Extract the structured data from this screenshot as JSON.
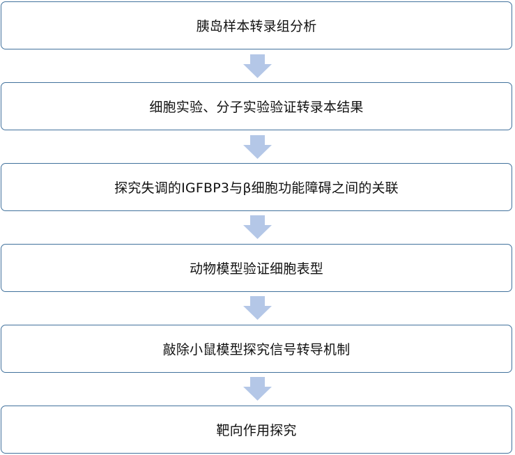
{
  "steps": [
    {
      "label": "胰岛样本转录组分析"
    },
    {
      "label": "细胞实验、分子实验验证转录本结果"
    },
    {
      "label": "探究失调的IGFBP3与β细胞功能障碍之间的关联"
    },
    {
      "label": "动物模型验证细胞表型"
    },
    {
      "label": "敲除小鼠模型探究信号转导机制"
    },
    {
      "label": "靶向作用探究"
    }
  ],
  "colors": {
    "box_border": "#41719c",
    "arrow_fill": "#b4c7e7",
    "text": "#111111"
  }
}
